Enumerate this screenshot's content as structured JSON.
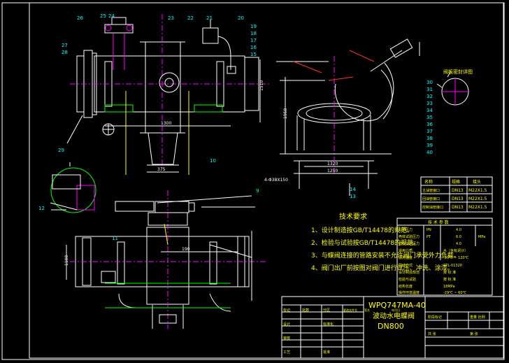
{
  "drawing": {
    "model": "WPQ747MA-40",
    "name": "波动水电蝶阀",
    "size": "DN800"
  },
  "tech_notes": {
    "title": "技术要求",
    "items": [
      "1、设计制造按GB/T14478的规范。",
      "2、检验与试验按GB/T14478的规范。",
      "3、与蝶阀连接的管路安装不允许阀门承受外力负载。",
      "4、阀门出厂前按图对阀门进行试压、冲洗、涂漆。"
    ]
  },
  "connection_table": {
    "headers": [
      "名称",
      "规格",
      "接头"
    ],
    "rows": [
      [
        "主油管接口",
        "DN13",
        "M22X1.5"
      ],
      [
        "回油管接口",
        "DN13",
        "M22X1.5"
      ],
      [
        "控制油管接口",
        "DN13",
        "M22X1.5"
      ]
    ]
  },
  "parameter_table": {
    "title": "技 术 参 数",
    "rows": [
      [
        "公称压力",
        "PN",
        "4.0",
        "MPa"
      ],
      [
        "壳体试验压力",
        "PT",
        "6.0",
        ""
      ],
      [
        "密封试验压力",
        "",
        "4.0",
        ""
      ],
      [
        "适用介质",
        "",
        "水（含有泥沙）",
        ""
      ],
      [
        "适用温度",
        "",
        "-29℃ ~ 120℃",
        ""
      ],
      [
        "驱动方式",
        "",
        "CTL-01320",
        ""
      ],
      [
        "设计制造规范",
        "",
        "按 标 准",
        ""
      ],
      [
        "检验与试验",
        "",
        "按 标 准",
        ""
      ],
      [
        "结构长度",
        "",
        "18MPa",
        ""
      ],
      [
        "操作环境温度",
        "",
        "-29℃ ~ 60℃",
        ""
      ]
    ]
  },
  "detail_label": "阀板密封详图",
  "part_numbers": {
    "top": [
      "26",
      "25",
      "24",
      "23",
      "22",
      "21",
      "20"
    ],
    "left": [
      "27",
      "28",
      "29"
    ],
    "right": [
      "19",
      "18",
      "17",
      "16",
      "15"
    ],
    "bottom": [
      "10",
      "11",
      "12",
      "9"
    ],
    "side": [
      "14",
      "13"
    ],
    "circle_side": [
      "30",
      "31",
      "32",
      "33",
      "34",
      "35",
      "36",
      "37",
      "38",
      "39",
      "40"
    ]
  },
  "dimensions": {
    "d1": "1510",
    "d2": "1300",
    "d3": "1100",
    "d4": "375",
    "d5": "190",
    "d6": "1950",
    "d7": "1320",
    "d8": "1250",
    "d9": "4-Φ38X150"
  },
  "title_block": {
    "rows": [
      [
        "标记",
        "处数",
        "分区",
        "更改文件号",
        "签名",
        "年月日"
      ],
      [
        "设计",
        "",
        "标准化",
        "",
        "阶段标记",
        "重量 比例"
      ],
      [
        "审核",
        "",
        "",
        "",
        "",
        ""
      ],
      [
        "工艺",
        "",
        "批准",
        "",
        "共 张",
        "第 张"
      ]
    ]
  }
}
